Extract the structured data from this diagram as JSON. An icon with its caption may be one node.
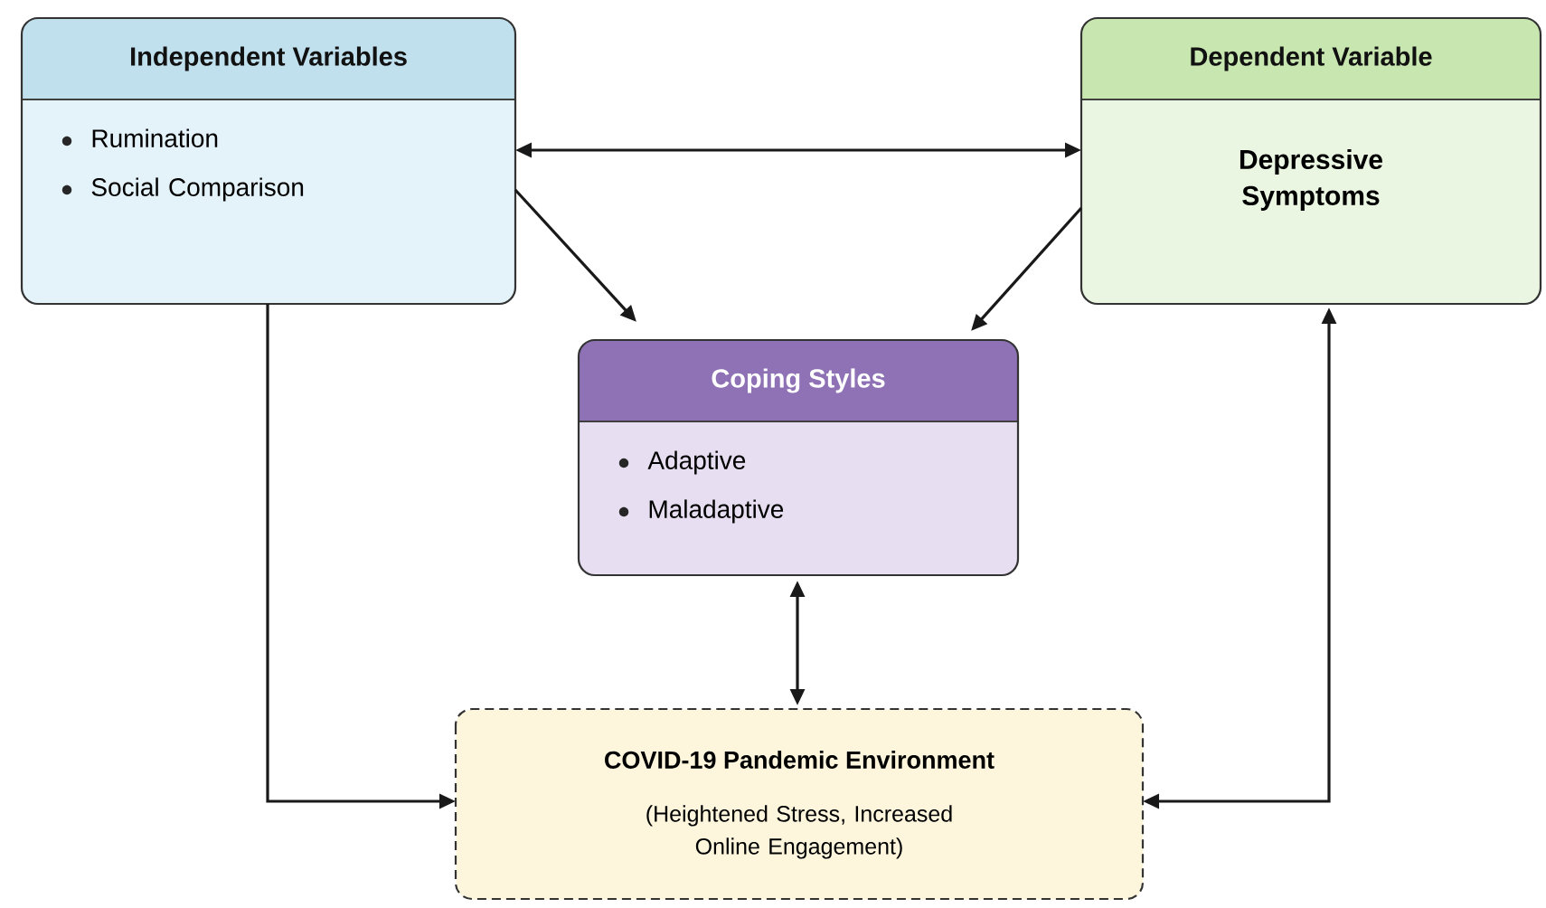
{
  "diagram": {
    "nodes": [
      {
        "text": [
          "Independent Variables",
          "Rumination",
          "Social Comparison"
        ]
      },
      {
        "text": [
          "Dependent Variable",
          "Depressive Symptoms"
        ]
      },
      {
        "text": [
          "Coping Styles",
          "Adaptive",
          "Maladaptive"
        ]
      },
      {
        "text": [
          "COVID-19 Pandemic Environment",
          "(Heightened Stress, Increased Online Engagement)"
        ]
      }
    ],
    "edges": [
      {
        "from": 0,
        "to": 1,
        "arrow": "both"
      },
      {
        "from": 0,
        "to": 2,
        "arrow": "to"
      },
      {
        "from": 1,
        "to": 2,
        "arrow": "to"
      },
      {
        "from": 2,
        "to": 3,
        "arrow": "both"
      },
      {
        "from": 0,
        "to": 3,
        "arrow": "to"
      },
      {
        "from": 3,
        "to": 1,
        "arrow": "both"
      }
    ]
  }
}
